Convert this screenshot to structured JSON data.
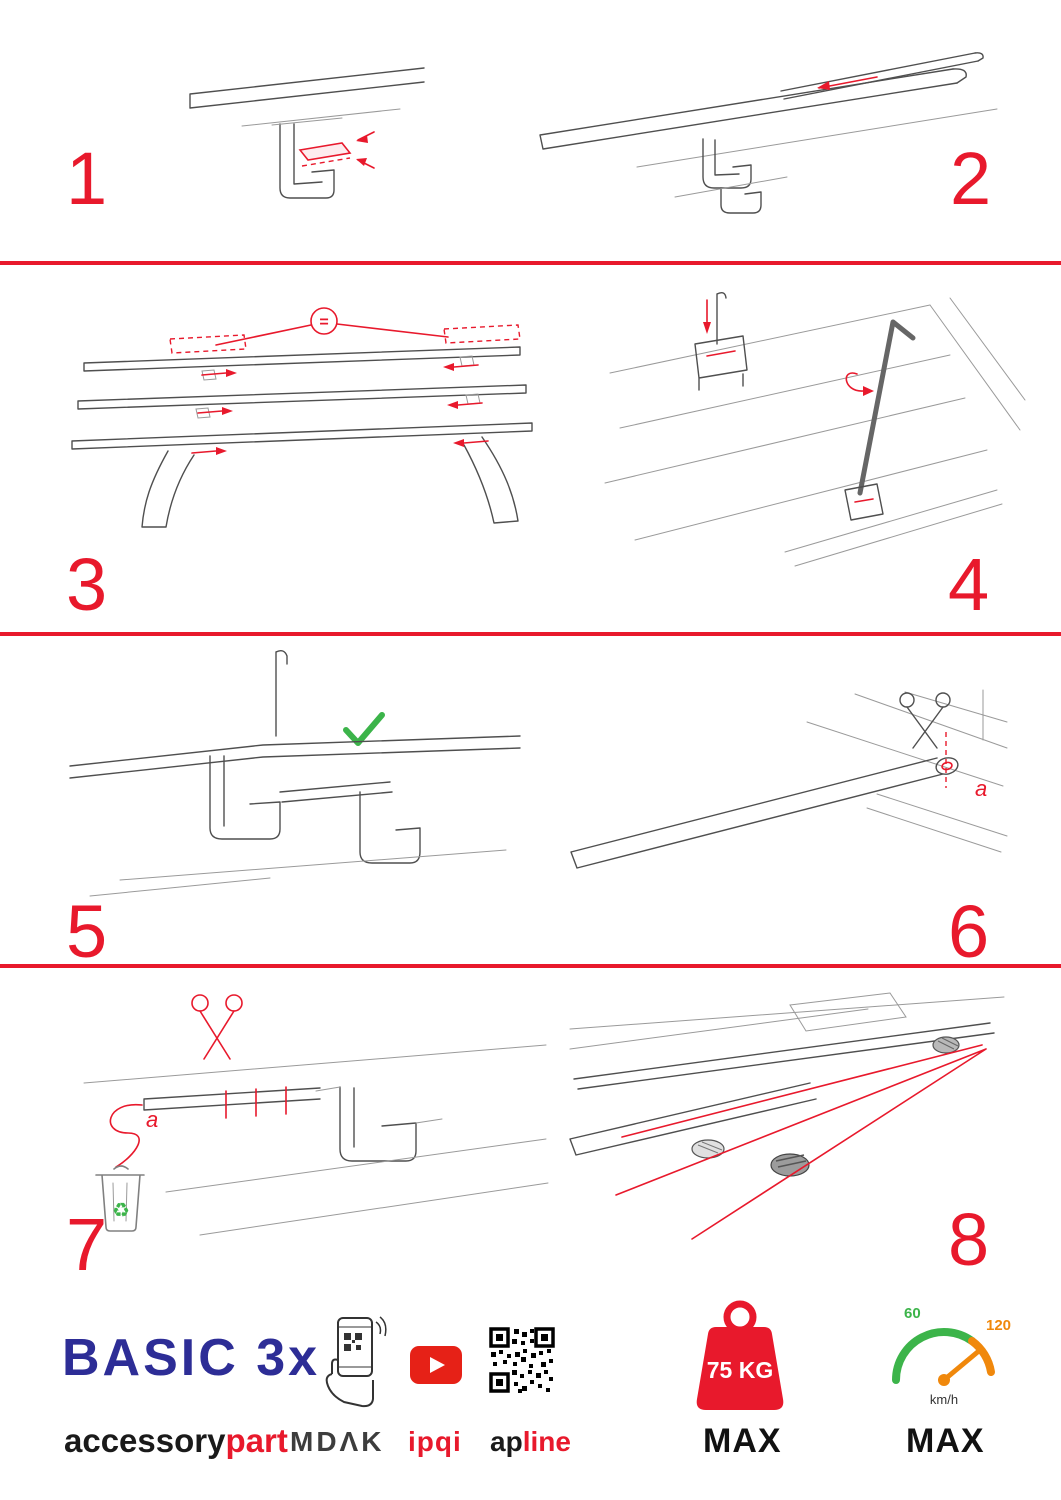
{
  "steps": [
    {
      "number": "1"
    },
    {
      "number": "2"
    },
    {
      "number": "3"
    },
    {
      "number": "4"
    },
    {
      "number": "5"
    },
    {
      "number": "6"
    },
    {
      "number": "7"
    },
    {
      "number": "8"
    }
  ],
  "annotations": {
    "equal_sign": "=",
    "step6_cut_label": "a",
    "step7_cut_label": "a",
    "recycle_icon": "♻"
  },
  "footer": {
    "product_name": "BASIC 3x",
    "brand_part1": "accessory",
    "brand_part2": "part",
    "logo_mdak": "MDΛK",
    "logo_ipqi": "ipqi",
    "logo_apline_part1": "ap",
    "logo_apline_part2": "line",
    "weight_value": "75 KG",
    "weight_max": "MAX",
    "speed_low": "60",
    "speed_high": "120",
    "speed_unit": "km/h",
    "speed_max": "MAX"
  },
  "colors": {
    "accent_red": "#e8192c",
    "brand_blue": "#2d2d96",
    "green": "#3cb44a",
    "orange": "#f0880c"
  }
}
